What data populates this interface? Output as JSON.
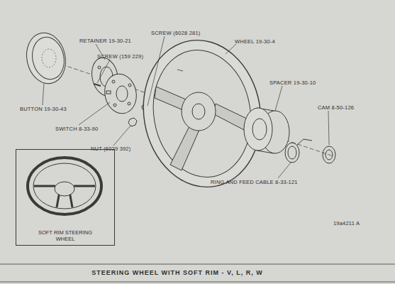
{
  "diagram": {
    "title": "STEERING WHEEL WITH SOFT RIM - V, L, R, W",
    "nodes": [
      {
        "text": [
          "SOFT RIM STEERING WHEEL"
        ]
      }
    ],
    "labels": [
      "RETAINER 19-30-21",
      "SCREW (6028 281)",
      "WHEEL 19-30-4",
      "SCREW (159 229)",
      "BUTTON 19-30-43",
      "SWITCH 8-33-90",
      "NUT (6029 392)",
      "SPACER 19-30-10",
      "CAM 8-50-126",
      "RING AND FEED CABLE 8-33-121",
      "19a4211 A"
    ]
  }
}
